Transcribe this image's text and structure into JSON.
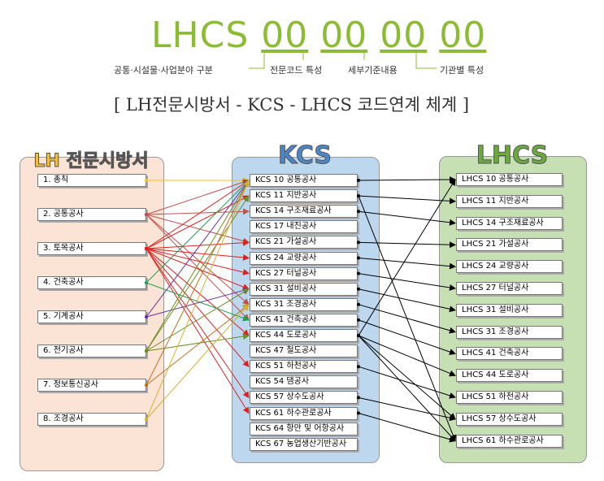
{
  "header": {
    "code_prefix": "LHCS",
    "code_groups": [
      "00",
      "00",
      "00",
      "00"
    ],
    "labels": [
      "공통·시설물·사업분야 구분",
      "전문코드 특성",
      "세부기준내용",
      "기관별 특성"
    ],
    "subtitle": "[ LH전문시방서 - KCS - LHCS 코드연계 체계 ]"
  },
  "colors": {
    "lh_bg": "#fbe3d5",
    "kcs_bg": "#bcd7ee",
    "lhcs_bg": "#c6e0b4",
    "accent": "#8cbb34"
  },
  "lh": {
    "title": "LH 전문시방서",
    "items": [
      "1. 총칙",
      "2. 공통공사",
      "3. 토목공사",
      "4. 건축공사",
      "5. 기계공사",
      "6. 전기공사",
      "7. 정보통신공사",
      "8. 조경공사"
    ],
    "colors": [
      "#f0c020",
      "#c0504d",
      "#e02020",
      "#20a050",
      "#7030a0",
      "#6b8e23",
      "#c07020",
      "#d4b030"
    ]
  },
  "kcs": {
    "title": "KCS",
    "items": [
      "KCS 10 공통공사",
      "KCS 11 지반공사",
      "KCS 14 구조재료공사",
      "KCS 17 내진공사",
      "KCS 21 가설공사",
      "KCS 24 교량공사",
      "KCS 27 터널공사",
      "KCS 31 설비공사",
      "KCS 31 조경공사",
      "KCS 41 건축공사",
      "KCS 44 도로공사",
      "KCS 47 철도공사",
      "KCS 51 하천공사",
      "KCS 54 댐공사",
      "KCS 57 상수도공사",
      "KCS 61 하수관로공사",
      "KCS 64 항만 및 어항공사",
      "KCS 67 농업생산기반공사"
    ]
  },
  "lhcs": {
    "title": "LHCS",
    "items": [
      "LHCS 10 공통공사",
      "LHCS 11 지반공사",
      "LHCS 14 구조재료공사",
      "LHCS 21 가설공사",
      "LHCS 24 교량공사",
      "LHCS 27 터널공사",
      "LHCS 31 설비공사",
      "LHCS 31 조경공사",
      "LHCS 41 건축공사",
      "LHCS 44 도로공사",
      "LHCS 51 하천공사",
      "LHCS 57 상수도공사",
      "LHCS 61 하수관로공사"
    ]
  },
  "links_lh_kcs": [
    [
      0,
      0
    ],
    [
      1,
      0
    ],
    [
      1,
      2
    ],
    [
      1,
      4
    ],
    [
      1,
      8
    ],
    [
      1,
      9
    ],
    [
      2,
      1
    ],
    [
      2,
      4
    ],
    [
      2,
      5
    ],
    [
      2,
      6
    ],
    [
      2,
      7
    ],
    [
      2,
      10
    ],
    [
      2,
      12
    ],
    [
      2,
      14
    ],
    [
      2,
      15
    ],
    [
      2,
      0
    ],
    [
      3,
      9
    ],
    [
      3,
      0
    ],
    [
      4,
      7
    ],
    [
      4,
      0
    ],
    [
      5,
      7
    ],
    [
      5,
      10
    ],
    [
      5,
      0
    ],
    [
      5,
      1
    ],
    [
      6,
      8
    ],
    [
      6,
      0
    ],
    [
      7,
      8
    ],
    [
      7,
      0
    ]
  ],
  "links_kcs_lhcs": [
    [
      0,
      0
    ],
    [
      1,
      1
    ],
    [
      2,
      2
    ],
    [
      4,
      3
    ],
    [
      5,
      4
    ],
    [
      6,
      5
    ],
    [
      7,
      6
    ],
    [
      8,
      7
    ],
    [
      9,
      8
    ],
    [
      10,
      9
    ],
    [
      12,
      10
    ],
    [
      14,
      11
    ],
    [
      15,
      12
    ],
    [
      1,
      12
    ],
    [
      10,
      0
    ],
    [
      10,
      11
    ],
    [
      10,
      12
    ]
  ]
}
